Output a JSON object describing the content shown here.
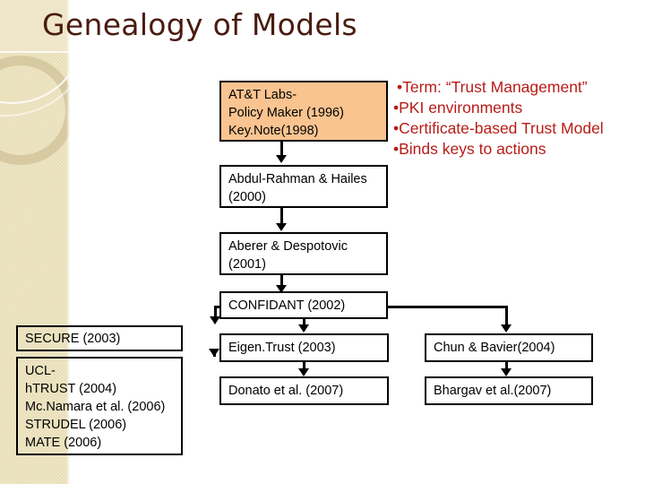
{
  "slide": {
    "title": "Genealogy of Models",
    "title_color": "#4a1b10",
    "band_color": "#e9dfb8",
    "accent_box_color": "#fac490",
    "bullet_color": "#b71c17"
  },
  "bullets": [
    "•Term: “Trust Management”",
    "•PKI environments",
    "•Certificate-based Trust Model",
    "•Binds keys to actions"
  ],
  "nodes": {
    "att_labs": {
      "lines": [
        "AT&T Labs-",
        "Policy Maker (1996)",
        "Key.Note(1998)"
      ]
    },
    "abdul_rahman": {
      "lines": [
        "Abdul-Rahman & Hailes",
        "(2000)"
      ]
    },
    "aberer": {
      "lines": [
        "Aberer & Despotovic",
        "(2001)"
      ]
    },
    "confidant": {
      "lines": [
        "CONFIDANT (2002)"
      ]
    },
    "secure": {
      "lines": [
        "SECURE (2003)"
      ]
    },
    "ucl_group": {
      "lines": [
        "UCL-",
        "hTRUST (2004)",
        "Mc.Namara et al. (2006)",
        "STRUDEL (2006)",
        "MATE (2006)"
      ]
    },
    "eigentrust": {
      "lines": [
        "Eigen.Trust (2003)"
      ]
    },
    "donato": {
      "lines": [
        "Donato et al. (2007)"
      ]
    },
    "chun_bavier": {
      "lines": [
        "Chun & Bavier(2004)"
      ]
    },
    "bhargav": {
      "lines": [
        "Bhargav et al.(2007)"
      ]
    }
  }
}
